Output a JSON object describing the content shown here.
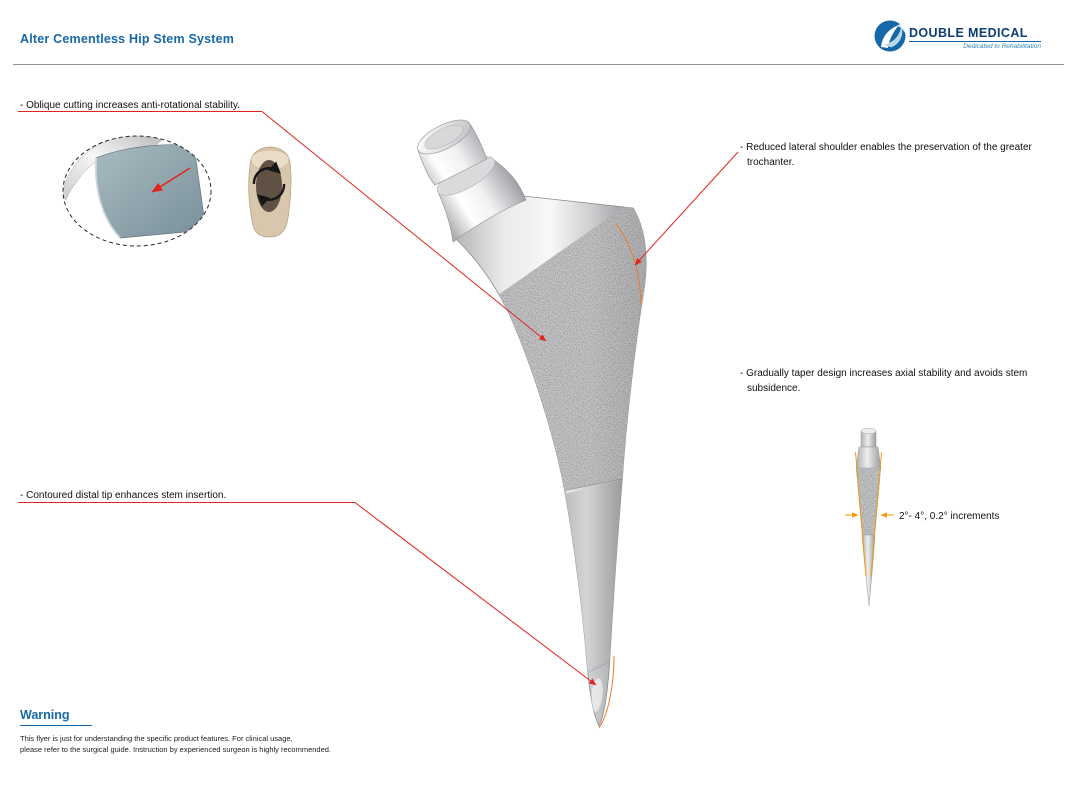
{
  "header": {
    "title": "Alter Cementless Hip Stem System",
    "brand": "DOUBLE MEDICAL",
    "tagline": "Dedicated to Rehabilitation"
  },
  "callouts": {
    "oblique": "- Oblique cutting increases anti-rotational stability.",
    "shoulder_l1": "- Reduced lateral shoulder enables the preservation of the greater",
    "shoulder_l2": "trochanter.",
    "taper_l1": "- Gradually taper design increases axial stability and avoids stem",
    "taper_l2": "subsidence.",
    "distal": "- Contoured distal tip enhances stem insertion.",
    "increments": "2°- 4°,  0.2° increments"
  },
  "warning": {
    "title": "Warning",
    "line1": "This flyer is just for understanding the specific product features. For clinical usage,",
    "line2": "please refer to the surgical guide. Instruction by experienced surgeon is highly recommended."
  },
  "colors": {
    "accent_blue": "#1768a8",
    "brand_navy": "#0d3e75",
    "leader_red": "#e0251c",
    "angle_orange": "#f39800"
  }
}
